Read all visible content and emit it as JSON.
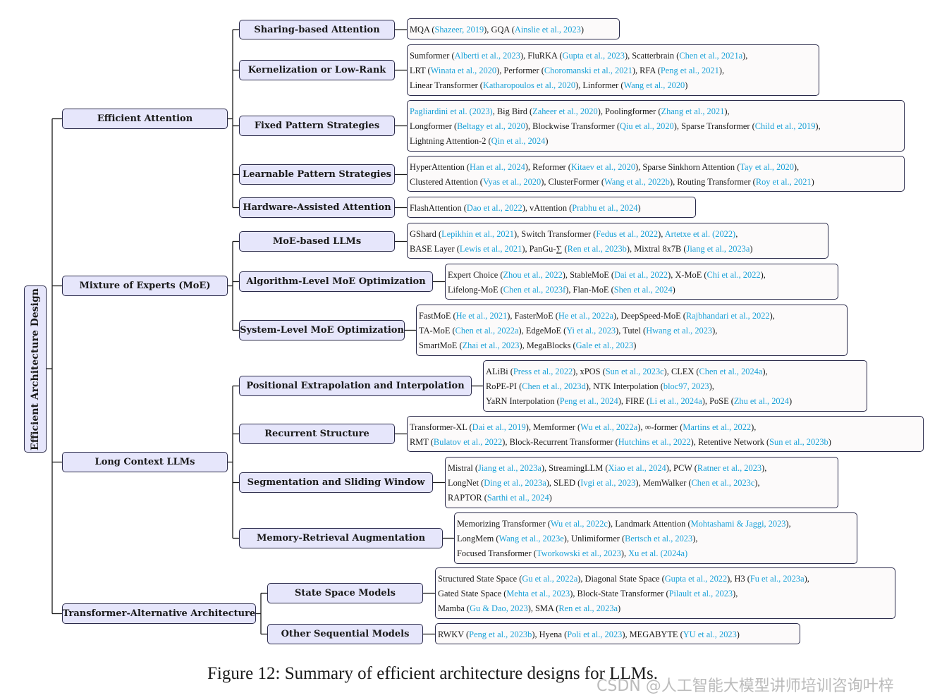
{
  "root": "Efficient Architecture Design",
  "caption": "Figure 12: Summary of efficient architecture designs for LLMs.",
  "watermark": "CSDN @人工智能大模型讲师培训咨询叶梓",
  "colors": {
    "node_fill": "#e6e6fb",
    "leaf_fill": "#fcfafa",
    "citation": "#1aa1d8",
    "border": "#2a2a4a"
  },
  "categories": [
    {
      "label": "Efficient Attention",
      "subs": [
        {
          "label": "Sharing-based Attention",
          "lines": [
            [
              [
                "MQA (",
                ""
              ],
              [
                "Shazeer, 2019",
                "c"
              ],
              [
                "), GQA (",
                ""
              ],
              [
                "Ainslie et al., 2023",
                "c"
              ],
              [
                ")",
                ""
              ]
            ]
          ]
        },
        {
          "label": "Kernelization or Low-Rank",
          "lines": [
            [
              [
                "Sumformer (",
                ""
              ],
              [
                "Alberti et al., 2023",
                "c"
              ],
              [
                "), FluRKA (",
                ""
              ],
              [
                "Gupta et al., 2023",
                "c"
              ],
              [
                "), Scatterbrain (",
                ""
              ],
              [
                "Chen et al., 2021a",
                "c"
              ],
              [
                "),",
                ""
              ]
            ],
            [
              [
                "LRT (",
                ""
              ],
              [
                "Winata et al., 2020",
                "c"
              ],
              [
                "), Performer (",
                ""
              ],
              [
                "Choromanski et al., 2021",
                "c"
              ],
              [
                "), RFA (",
                ""
              ],
              [
                "Peng et al., 2021",
                "c"
              ],
              [
                "),",
                ""
              ]
            ],
            [
              [
                "Linear Transformer (",
                ""
              ],
              [
                "Katharopoulos et al., 2020",
                "c"
              ],
              [
                "), Linformer (",
                ""
              ],
              [
                "Wang et al., 2020",
                "c"
              ],
              [
                ")",
                ""
              ]
            ]
          ]
        },
        {
          "label": "Fixed Pattern Strategies",
          "lines": [
            [
              [
                "Pagliardini et al. (2023)",
                "c"
              ],
              [
                ", Big Bird (",
                ""
              ],
              [
                "Zaheer et al., 2020",
                "c"
              ],
              [
                "), Poolingformer (",
                ""
              ],
              [
                "Zhang et al., 2021",
                "c"
              ],
              [
                "),",
                ""
              ]
            ],
            [
              [
                "Longformer (",
                ""
              ],
              [
                "Beltagy et al., 2020",
                "c"
              ],
              [
                "), Blockwise Transformer (",
                ""
              ],
              [
                "Qiu et al., 2020",
                "c"
              ],
              [
                "), Sparse Transformer (",
                ""
              ],
              [
                "Child et al., 2019",
                "c"
              ],
              [
                "),",
                ""
              ]
            ],
            [
              [
                "Lightning Attention-2 (",
                ""
              ],
              [
                "Qin et al., 2024",
                "c"
              ],
              [
                ")",
                ""
              ]
            ]
          ]
        },
        {
          "label": "Learnable Pattern Strategies",
          "lines": [
            [
              [
                "HyperAttention (",
                ""
              ],
              [
                "Han et al., 2024",
                "c"
              ],
              [
                "), Reformer (",
                ""
              ],
              [
                "Kitaev et al., 2020",
                "c"
              ],
              [
                "), Sparse Sinkhorn Attention (",
                ""
              ],
              [
                "Tay et al., 2020",
                "c"
              ],
              [
                "),",
                ""
              ]
            ],
            [
              [
                "Clustered Attention (",
                ""
              ],
              [
                "Vyas et al., 2020",
                "c"
              ],
              [
                "), ClusterFormer (",
                ""
              ],
              [
                "Wang et al., 2022b",
                "c"
              ],
              [
                "), Routing Transformer (",
                ""
              ],
              [
                "Roy et al., 2021",
                "c"
              ],
              [
                ")",
                ""
              ]
            ]
          ]
        },
        {
          "label": "Hardware-Assisted Attention",
          "lines": [
            [
              [
                "FlashAttention (",
                ""
              ],
              [
                "Dao et al., 2022",
                "c"
              ],
              [
                "), vAttention (",
                ""
              ],
              [
                "Prabhu et al., 2024",
                "c"
              ],
              [
                ")",
                ""
              ]
            ]
          ]
        }
      ]
    },
    {
      "label": "Mixture of Experts (MoE)",
      "subs": [
        {
          "label": "MoE-based LLMs",
          "lines": [
            [
              [
                "GShard (",
                ""
              ],
              [
                "Lepikhin et al., 2021",
                "c"
              ],
              [
                "), Switch Transformer (",
                ""
              ],
              [
                "Fedus et al., 2022",
                "c"
              ],
              [
                "),  ",
                ""
              ],
              [
                "Artetxe et al. (2022)",
                "c"
              ],
              [
                ",",
                ""
              ]
            ],
            [
              [
                "BASE Layer (",
                ""
              ],
              [
                "Lewis et al., 2021",
                "c"
              ],
              [
                "), PanGu-∑ (",
                ""
              ],
              [
                "Ren et al., 2023b",
                "c"
              ],
              [
                "), Mixtral 8x7B (",
                ""
              ],
              [
                "Jiang et al., 2023a",
                "c"
              ],
              [
                ")",
                ""
              ]
            ]
          ]
        },
        {
          "label": "Algorithm-Level MoE Optimization",
          "lines": [
            [
              [
                "Expert Choice (",
                ""
              ],
              [
                "Zhou et al., 2022",
                "c"
              ],
              [
                "), StableMoE (",
                ""
              ],
              [
                "Dai et al., 2022",
                "c"
              ],
              [
                "), X-MoE (",
                ""
              ],
              [
                "Chi et al., 2022",
                "c"
              ],
              [
                "),",
                ""
              ]
            ],
            [
              [
                "Lifelong-MoE (",
                ""
              ],
              [
                "Chen et al., 2023f",
                "c"
              ],
              [
                "), Flan-MoE (",
                ""
              ],
              [
                "Shen et al., 2024",
                "c"
              ],
              [
                ")",
                ""
              ]
            ]
          ]
        },
        {
          "label": "System-Level MoE Optimization",
          "lines": [
            [
              [
                "FastMoE (",
                ""
              ],
              [
                "He et al., 2021",
                "c"
              ],
              [
                "), FasterMoE (",
                ""
              ],
              [
                "He et al., 2022a",
                "c"
              ],
              [
                "), DeepSpeed-MoE (",
                ""
              ],
              [
                "Rajbhandari et al., 2022",
                "c"
              ],
              [
                "),",
                ""
              ]
            ],
            [
              [
                "TA-MoE (",
                ""
              ],
              [
                "Chen et al., 2022a",
                "c"
              ],
              [
                "), EdgeMoE (",
                ""
              ],
              [
                "Yi et al., 2023",
                "c"
              ],
              [
                "), Tutel (",
                ""
              ],
              [
                "Hwang et al., 2023",
                "c"
              ],
              [
                "),",
                ""
              ]
            ],
            [
              [
                "SmartMoE (",
                ""
              ],
              [
                "Zhai et al., 2023",
                "c"
              ],
              [
                "), MegaBlocks (",
                ""
              ],
              [
                "Gale et al., 2023",
                "c"
              ],
              [
                ")",
                ""
              ]
            ]
          ]
        }
      ]
    },
    {
      "label": "Long Context LLMs",
      "subs": [
        {
          "label": "Positional Extrapolation and Interpolation",
          "lines": [
            [
              [
                "ALiBi (",
                ""
              ],
              [
                "Press et al., 2022",
                "c"
              ],
              [
                "), xPOS (",
                ""
              ],
              [
                "Sun et al., 2023c",
                "c"
              ],
              [
                "), CLEX (",
                ""
              ],
              [
                "Chen et al., 2024a",
                "c"
              ],
              [
                "),",
                ""
              ]
            ],
            [
              [
                "RoPE-PI (",
                ""
              ],
              [
                "Chen et al., 2023d",
                "c"
              ],
              [
                "), NTK Interpolation (",
                ""
              ],
              [
                "bloc97, 2023",
                "c"
              ],
              [
                "),",
                ""
              ]
            ],
            [
              [
                "YaRN Interpolation (",
                ""
              ],
              [
                "Peng et al., 2024",
                "c"
              ],
              [
                "), FIRE (",
                ""
              ],
              [
                "Li et al., 2024a",
                "c"
              ],
              [
                "), PoSE (",
                ""
              ],
              [
                "Zhu et al., 2024",
                "c"
              ],
              [
                ")",
                ""
              ]
            ]
          ]
        },
        {
          "label": "Recurrent Structure",
          "lines": [
            [
              [
                "Transformer-XL (",
                ""
              ],
              [
                "Dai et al., 2019",
                "c"
              ],
              [
                "), Memformer (",
                ""
              ],
              [
                "Wu et al., 2022a",
                "c"
              ],
              [
                "), ∞-former (",
                ""
              ],
              [
                "Martins et al., 2022",
                "c"
              ],
              [
                "),",
                ""
              ]
            ],
            [
              [
                "RMT (",
                ""
              ],
              [
                "Bulatov et al., 2022",
                "c"
              ],
              [
                "), Block-Recurrent Transformer (",
                ""
              ],
              [
                "Hutchins et al., 2022",
                "c"
              ],
              [
                "),  Retentive Network (",
                ""
              ],
              [
                "Sun et al., 2023b",
                "c"
              ],
              [
                ")",
                ""
              ]
            ]
          ]
        },
        {
          "label": "Segmentation and Sliding Window",
          "lines": [
            [
              [
                "Mistral (",
                ""
              ],
              [
                "Jiang et al., 2023a",
                "c"
              ],
              [
                "), StreamingLLM (",
                ""
              ],
              [
                "Xiao et al., 2024",
                "c"
              ],
              [
                "), PCW (",
                ""
              ],
              [
                "Ratner et al., 2023",
                "c"
              ],
              [
                "),",
                ""
              ]
            ],
            [
              [
                "LongNet (",
                ""
              ],
              [
                "Ding et al., 2023a",
                "c"
              ],
              [
                "), SLED (",
                ""
              ],
              [
                "Ivgi et al., 2023",
                "c"
              ],
              [
                "),  MemWalker (",
                ""
              ],
              [
                "Chen et al., 2023c",
                "c"
              ],
              [
                "),",
                ""
              ]
            ],
            [
              [
                "RAPTOR (",
                ""
              ],
              [
                "Sarthi et al., 2024",
                "c"
              ],
              [
                ")",
                ""
              ]
            ]
          ]
        },
        {
          "label": "Memory-Retrieval Augmentation",
          "lines": [
            [
              [
                "Memorizing Transformer (",
                ""
              ],
              [
                "Wu et al., 2022c",
                "c"
              ],
              [
                "), Landmark Attention (",
                ""
              ],
              [
                "Mohtashami & Jaggi, 2023",
                "c"
              ],
              [
                "),",
                ""
              ]
            ],
            [
              [
                "LongMem (",
                ""
              ],
              [
                "Wang et al., 2023e",
                "c"
              ],
              [
                "), Unlimiformer (",
                ""
              ],
              [
                "Bertsch et al., 2023",
                "c"
              ],
              [
                "),",
                ""
              ]
            ],
            [
              [
                "Focused Transformer (",
                ""
              ],
              [
                "Tworkowski et al., 2023",
                "c"
              ],
              [
                "),  ",
                ""
              ],
              [
                "Xu et al. (2024a)",
                "c"
              ]
            ]
          ]
        }
      ]
    },
    {
      "label": "Transformer-Alternative Architecture",
      "subs": [
        {
          "label": "State Space Models",
          "lines": [
            [
              [
                "Structured State Space (",
                ""
              ],
              [
                "Gu et al., 2022a",
                "c"
              ],
              [
                "), Diagonal State Space (",
                ""
              ],
              [
                "Gupta et al., 2022",
                "c"
              ],
              [
                "), H3 (",
                ""
              ],
              [
                "Fu et al., 2023a",
                "c"
              ],
              [
                "),",
                ""
              ]
            ],
            [
              [
                "Gated State Space (",
                ""
              ],
              [
                "Mehta et al., 2023",
                "c"
              ],
              [
                "), Block-State Transformer (",
                ""
              ],
              [
                "Pilault et al., 2023",
                "c"
              ],
              [
                "),",
                ""
              ]
            ],
            [
              [
                "Mamba (",
                ""
              ],
              [
                "Gu & Dao, 2023",
                "c"
              ],
              [
                "), SMA (",
                ""
              ],
              [
                "Ren et al., 2023a",
                "c"
              ],
              [
                ")",
                ""
              ]
            ]
          ]
        },
        {
          "label": "Other Sequential Models",
          "lines": [
            [
              [
                "RWKV (",
                ""
              ],
              [
                "Peng et al., 2023b",
                "c"
              ],
              [
                "), Hyena (",
                ""
              ],
              [
                "Poli et al., 2023",
                "c"
              ],
              [
                "), MEGABYTE (",
                ""
              ],
              [
                "YU et al., 2023",
                "c"
              ],
              [
                ")",
                ""
              ]
            ]
          ]
        }
      ]
    }
  ]
}
